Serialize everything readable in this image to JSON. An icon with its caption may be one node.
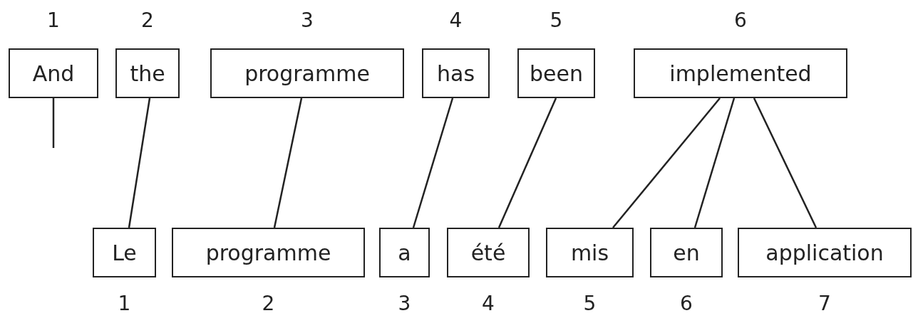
{
  "diagram": {
    "nodes": [
      {
        "text": [
          "And"
        ],
        "beside": [
          "1"
        ]
      },
      {
        "text": [
          "the"
        ],
        "beside": [
          "2"
        ]
      },
      {
        "text": [
          "programme"
        ],
        "beside": [
          "3"
        ]
      },
      {
        "text": [
          "has"
        ],
        "beside": [
          "4"
        ]
      },
      {
        "text": [
          "been"
        ],
        "beside": [
          "5"
        ]
      },
      {
        "text": [
          "implemented"
        ],
        "beside": [
          "6"
        ]
      },
      {
        "text": [
          "Le"
        ],
        "beside": [
          "1"
        ]
      },
      {
        "text": [
          "programme"
        ],
        "beside": [
          "2"
        ]
      },
      {
        "text": [
          "a"
        ],
        "beside": [
          "3"
        ]
      },
      {
        "text": [
          "été"
        ],
        "beside": [
          "4"
        ]
      },
      {
        "text": [
          "mis"
        ],
        "beside": [
          "5"
        ]
      },
      {
        "text": [
          "en"
        ],
        "beside": [
          "6"
        ]
      },
      {
        "text": [
          "application"
        ],
        "beside": [
          "7"
        ]
      }
    ],
    "edges": [
      {
        "from": 0,
        "to": null,
        "arrow": "none"
      },
      {
        "from": 1,
        "to": 6,
        "arrow": "none"
      },
      {
        "from": 2,
        "to": 7,
        "arrow": "none"
      },
      {
        "from": 3,
        "to": 8,
        "arrow": "none"
      },
      {
        "from": 4,
        "to": 9,
        "arrow": "none"
      },
      {
        "from": 5,
        "to": 10,
        "arrow": "none"
      },
      {
        "from": 5,
        "to": 11,
        "arrow": "none"
      },
      {
        "from": 5,
        "to": 12,
        "arrow": "none"
      }
    ]
  }
}
